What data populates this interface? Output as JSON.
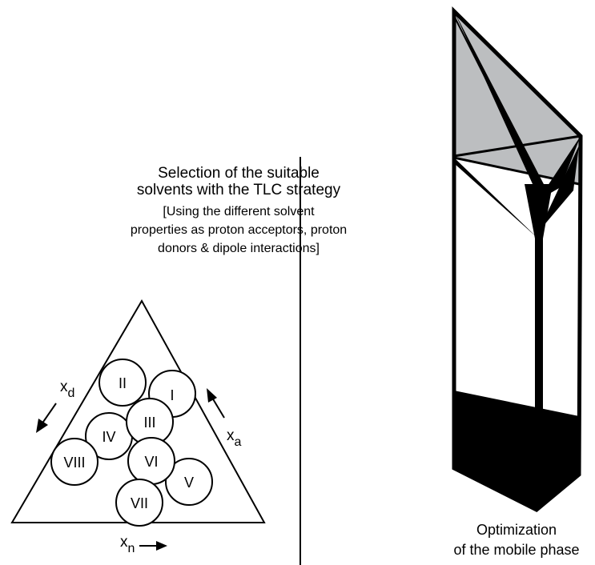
{
  "left_panel": {
    "title_line1": "Selection of the suitable",
    "title_line2": "solvents with the TLC strategy",
    "note_line1": "[Using the different solvent",
    "note_line2": "properties as proton acceptors, proton",
    "note_line3": "donors & dipole interactions]",
    "axis_d": {
      "base": "x",
      "sub": "d"
    },
    "axis_a": {
      "base": "x",
      "sub": "a"
    },
    "axis_n": {
      "base": "x",
      "sub": "n"
    },
    "groups": [
      "I",
      "II",
      "III",
      "IV",
      "V",
      "VI",
      "VII",
      "VIII"
    ]
  },
  "right_panel": {
    "caption_line1": "Optimization",
    "caption_line2": "of the mobile phase"
  },
  "colors": {
    "ink": "#000000",
    "prism_top_fill": "#bcbec0",
    "background": "#ffffff"
  }
}
